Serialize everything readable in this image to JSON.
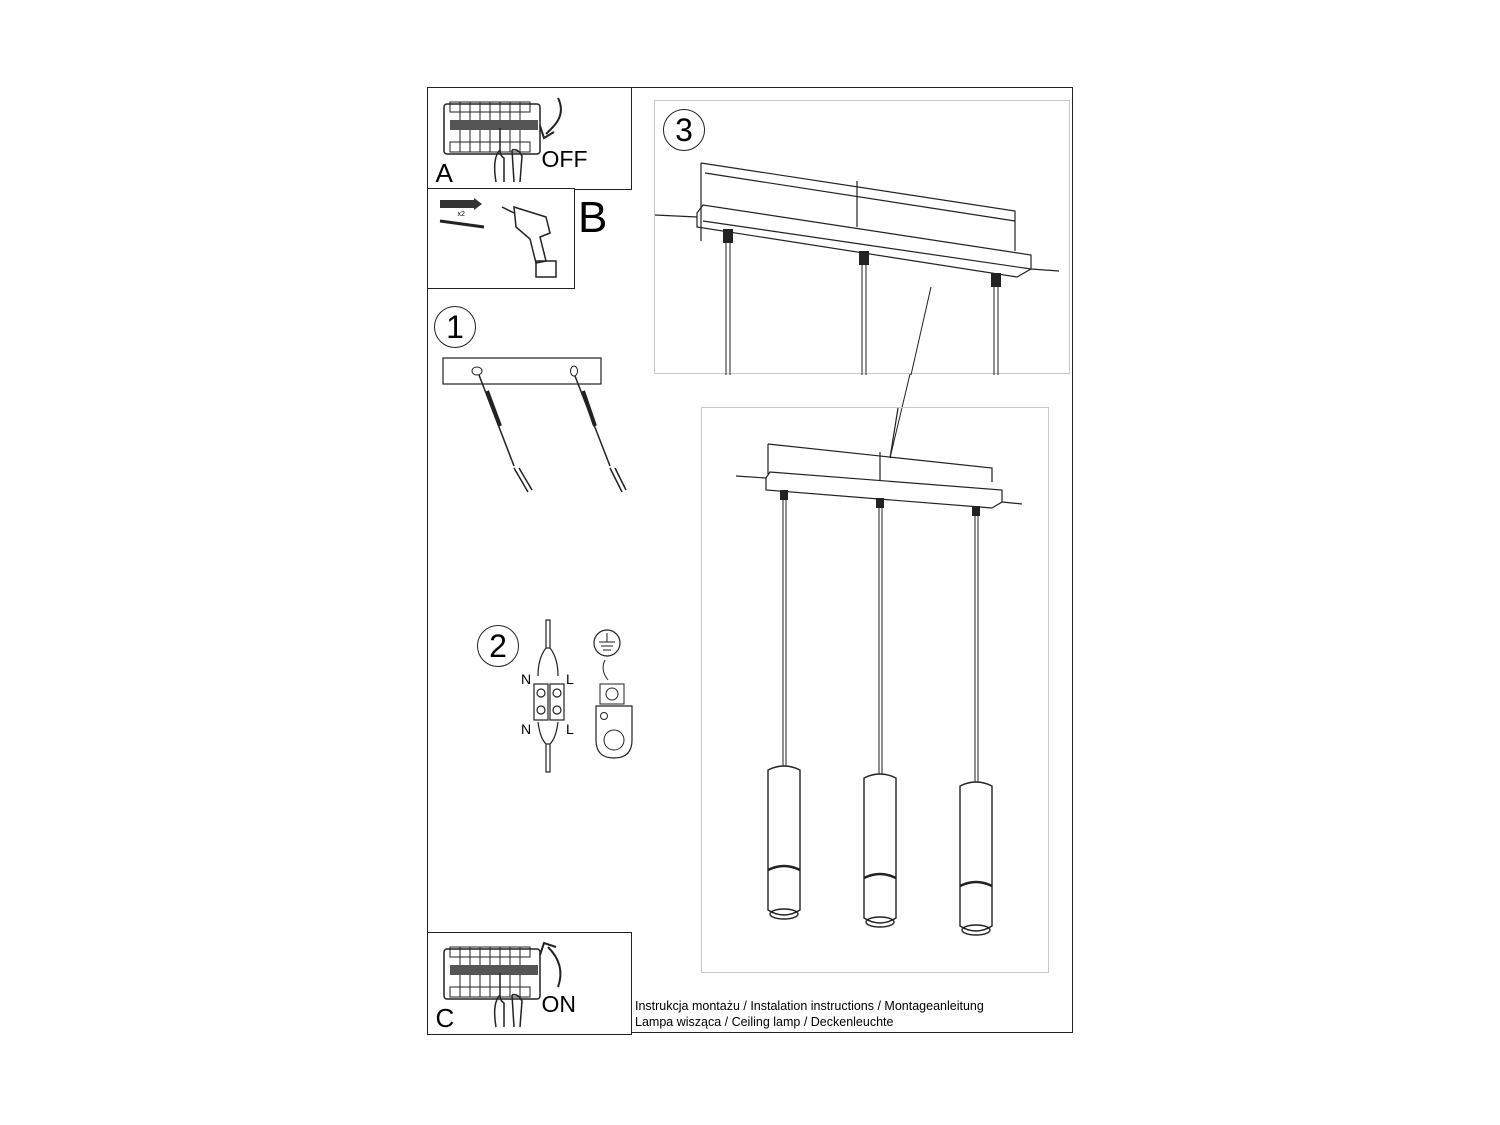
{
  "document": {
    "type": "Installation instruction sheet",
    "caption_line1": "Instrukcja montażu / Instalation instructions / Montageanleitung",
    "caption_line2": "Lampa wisząca / Ceiling lamp / Deckenleuchte"
  },
  "panels": {
    "A": {
      "letter": "A",
      "word": "OFF",
      "icon": "circuit-breaker-hand-icon",
      "arrow": "curved-arrow-down-icon"
    },
    "B": {
      "letter": "B",
      "quantity": "x2",
      "icons": [
        "wall-plug-icon",
        "screw-icon",
        "drill-icon"
      ]
    },
    "C": {
      "letter": "C",
      "word": "ON",
      "icon": "circuit-breaker-hand-icon",
      "arrow": "curved-arrow-up-icon"
    }
  },
  "steps": {
    "step1": {
      "number": "1",
      "description": "mounting plate with two screws and wall plugs"
    },
    "step2": {
      "number": "2",
      "labels": {
        "n_top": "N",
        "l_top": "L",
        "n_bottom": "N",
        "l_bottom": "L"
      },
      "icons": [
        "terminal-block-icon",
        "ground-symbol-icon",
        "ground-terminal-icon"
      ]
    },
    "step3": {
      "number": "3",
      "description": "canopy with three pendant cables, assembled lamp with three cylindrical shades"
    }
  },
  "colors": {
    "line": "#222222",
    "frame": "#c8c8c8",
    "background": "#ffffff"
  }
}
